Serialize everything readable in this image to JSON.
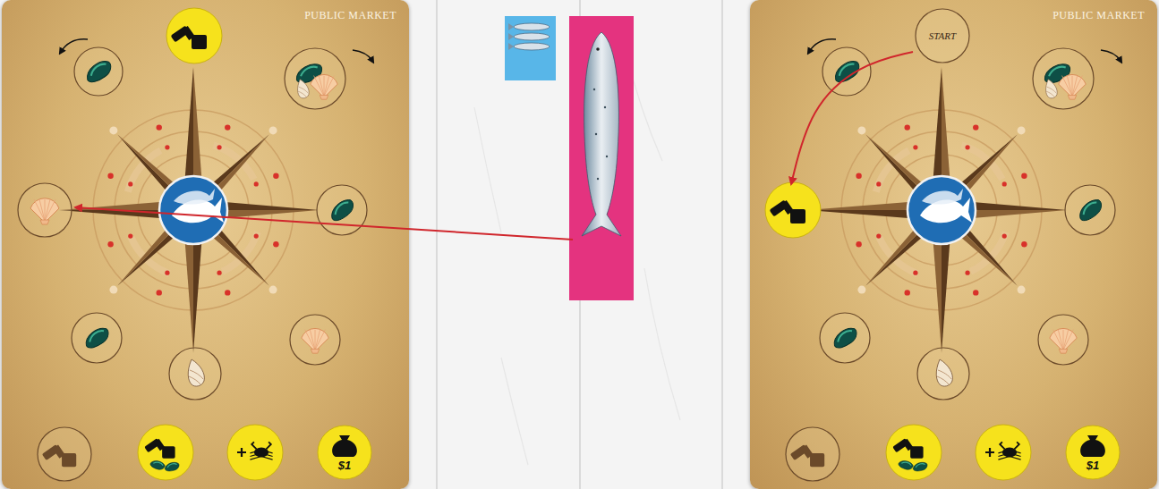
{
  "diagram": {
    "nodes": [
      {
        "text": [
          "PUBLIC MARKET"
        ]
      },
      {
        "text": [
          "$1"
        ],
        "in": 0
      },
      {
        "text": [
          "PUBLIC MARKET"
        ]
      },
      {
        "text": [
          "START"
        ],
        "in": 2
      },
      {
        "text": [
          "$1"
        ],
        "in": 2
      }
    ]
  }
}
